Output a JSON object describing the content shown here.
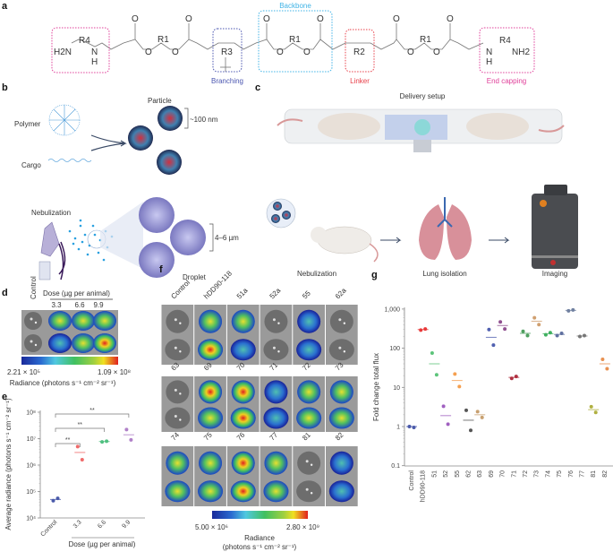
{
  "panel_labels": {
    "a": "a",
    "b": "b",
    "c": "c",
    "d": "d",
    "e": "e",
    "f": "f",
    "g": "g"
  },
  "panel_a": {
    "atoms": {
      "h2n": "H2N",
      "n": "N",
      "h": "H",
      "r4": "R4",
      "o": "O",
      "r1": "R1",
      "r3": "R3",
      "r2": "R2",
      "nh2": "NH2"
    },
    "regions": {
      "backbone": "Backbone",
      "branching": "Branching",
      "linker": "Linker",
      "end_capping": "End capping"
    },
    "colors": {
      "end_capping": "#e0409a",
      "branching": "#4a55b0",
      "backbone": "#3fb3e6",
      "linker": "#e8404a"
    }
  },
  "panel_b": {
    "polymer": "Polymer",
    "cargo": "Cargo",
    "particle": "Particle",
    "particle_size": "~100 nm",
    "nebulization": "Nebulization",
    "droplet": "Droplet",
    "droplet_size": "4–6 µm"
  },
  "panel_c": {
    "delivery_setup": "Delivery setup",
    "nebulization": "Nebulization",
    "lung_isolation": "Lung isolation",
    "imaging": "Imaging"
  },
  "panel_d": {
    "control": "Control",
    "dose_label": "Dose  (µg per animal)",
    "doses": [
      "3.3",
      "6.6",
      "9.9"
    ],
    "colorbar_min": "2.21 × 10⁵",
    "colorbar_max": "1.09 × 10⁸",
    "colorbar_label": "Radiance (photons s⁻¹ cm⁻² sr⁻¹)"
  },
  "panel_f": {
    "rows": [
      [
        "Control",
        "hDD90-118",
        "51a",
        "52a",
        "55",
        "62a"
      ],
      [
        "63",
        "69",
        "70",
        "71",
        "72",
        "73"
      ],
      [
        "74",
        "75",
        "76",
        "77",
        "81",
        "82"
      ]
    ],
    "colorbar_min": "5.00 × 10⁶",
    "colorbar_max": "2.80 × 10⁹",
    "colorbar_label_1": "Radiance",
    "colorbar_label_2": "(photons s⁻¹ cm⁻² sr⁻¹)"
  },
  "chart_data": [
    {
      "panel": "e",
      "type": "scatter",
      "yscale": "log",
      "categories": [
        "Control",
        "3.3",
        "6.6",
        "9.9"
      ],
      "xlabel": "Dose (µg per animal)",
      "ylabel": "Average radiance (photons s⁻¹ cm⁻² sr⁻¹)",
      "ylim": [
        10000,
        100000000
      ],
      "yticks": [
        "10⁴",
        "10⁵",
        "10⁶",
        "10⁷",
        "10⁸"
      ],
      "points": [
        [
          45000,
          55000
        ],
        [
          5000000,
          1600000
        ],
        [
          7500000,
          8000000
        ],
        [
          22000000,
          9000000
        ]
      ],
      "means": [
        50000,
        3000000,
        7800000,
        14000000
      ],
      "colors": [
        "#4a5aaa",
        "#f06a6a",
        "#50c080",
        "#b080c8"
      ],
      "significance": [
        {
          "from": "Control",
          "to": "3.3",
          "label": "**"
        },
        {
          "from": "Control",
          "to": "6.6",
          "label": "**"
        },
        {
          "from": "Control",
          "to": "9.9",
          "label": "**"
        }
      ]
    },
    {
      "panel": "g",
      "type": "scatter",
      "yscale": "log",
      "categories": [
        "Control",
        "hDD90-118",
        "51",
        "52",
        "55",
        "62",
        "63",
        "69",
        "70",
        "71",
        "72",
        "73",
        "74",
        "75",
        "76",
        "77",
        "81",
        "82"
      ],
      "ylabel": "Fold change total flux",
      "ylim": [
        0.1,
        1000
      ],
      "yticks": [
        "0.1",
        "1",
        "10",
        "100",
        "1,000"
      ],
      "points": [
        [
          1,
          0.95
        ],
        [
          290,
          310
        ],
        [
          75,
          21
        ],
        [
          3.3,
          1.15
        ],
        [
          22,
          10.5
        ],
        [
          2.6,
          0.8
        ],
        [
          2.4,
          1.7
        ],
        [
          300,
          120
        ],
        [
          470,
          310
        ],
        [
          17,
          19
        ],
        [
          270,
          210
        ],
        [
          600,
          400
        ],
        [
          220,
          250
        ],
        [
          210,
          240
        ],
        [
          900,
          950
        ],
        [
          200,
          210
        ],
        [
          3.2,
          2.3
        ],
        [
          52,
          30
        ]
      ],
      "means": [
        1,
        300,
        40,
        1.9,
        15,
        1.45,
        2,
        190,
        380,
        18,
        240,
        490,
        235,
        225,
        925,
        205,
        2.7,
        40
      ],
      "colors": [
        "#4a5aaa",
        "#e83a3a",
        "#5cc47a",
        "#a060c0",
        "#f5a050",
        "#555555",
        "#c8a070",
        "#5060b0",
        "#905090",
        "#b03040",
        "#50a060",
        "#d0a070",
        "#40b060",
        "#6070a0",
        "#7080a0",
        "#777777",
        "#b0b040",
        "#e89050"
      ]
    }
  ]
}
